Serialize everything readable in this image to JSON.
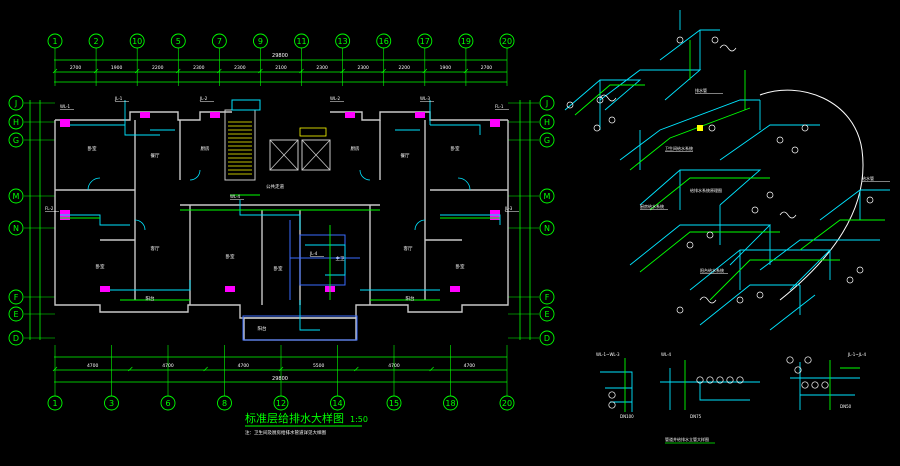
{
  "colors": {
    "background": "#000000",
    "axis": "#00ff00",
    "wall": "#c8c8c8",
    "pipe": "#00e5ff",
    "accent": "#ff00ff",
    "label": "#ffffff",
    "stair": "#ffff00",
    "blue": "#3a6bff"
  },
  "plan": {
    "title": "标准层给排水大样图",
    "scale": "1:50",
    "note": "注：卫生间及厨房给排水管道详见大样图"
  },
  "axes": {
    "top": [
      "1",
      "2",
      "10",
      "5",
      "7",
      "9",
      "11",
      "13",
      "16",
      "17",
      "19",
      "20"
    ],
    "bottom": [
      "1",
      "3",
      "6",
      "8",
      "12",
      "14",
      "15",
      "18",
      "20"
    ],
    "left": [
      "J",
      "H",
      "G",
      "M",
      "N",
      "F",
      "E",
      "D"
    ],
    "right": [
      "J",
      "H",
      "G",
      "M",
      "N",
      "F",
      "E",
      "D"
    ]
  },
  "dimensions": {
    "top_total": "29800",
    "bottom_total": "29800",
    "top_segments": [
      "2700",
      "1900",
      "2200",
      "2300",
      "2300",
      "2100",
      "2300",
      "2300",
      "2200",
      "1900",
      "2700"
    ],
    "bottom_segments": [
      "4700",
      "4700",
      "4700",
      "5500",
      "4700",
      "4700"
    ]
  },
  "rooms": [
    {
      "id": "r1",
      "label": "卧室"
    },
    {
      "id": "r2",
      "label": "餐厅"
    },
    {
      "id": "r3",
      "label": "厨房"
    },
    {
      "id": "r4",
      "label": "客厅"
    },
    {
      "id": "r5",
      "label": "卧室"
    },
    {
      "id": "r6",
      "label": "阳台"
    },
    {
      "id": "r7",
      "label": "卧室"
    },
    {
      "id": "r8",
      "label": "餐厅"
    },
    {
      "id": "r9",
      "label": "厨房"
    },
    {
      "id": "r10",
      "label": "客厅"
    },
    {
      "id": "r11",
      "label": "卧室"
    },
    {
      "id": "r12",
      "label": "阳台"
    },
    {
      "id": "r13",
      "label": "公共走道"
    },
    {
      "id": "r14",
      "label": "卧室"
    },
    {
      "id": "r15",
      "label": "卧室"
    },
    {
      "id": "r16",
      "label": "阳台"
    },
    {
      "id": "r17",
      "label": "主卫"
    }
  ],
  "tags": [
    "WL-1",
    "JL-1",
    "JL-2",
    "WL-2",
    "WL-3",
    "FL-1",
    "FL-2",
    "JL-3",
    "WL-4",
    "JL-4"
  ],
  "system": {
    "caption": "给排水系统原理图",
    "labels": [
      "卫生间给水系统",
      "厨房给水系统",
      "阳台给水系统",
      "排水管",
      "给水管"
    ]
  },
  "details": {
    "caption": "管道井给排水立管大样图",
    "tags": [
      "WL-1~WL-3",
      "WL-4",
      "JL-1~JL-4",
      "DN100",
      "DN75",
      "DN50"
    ]
  }
}
